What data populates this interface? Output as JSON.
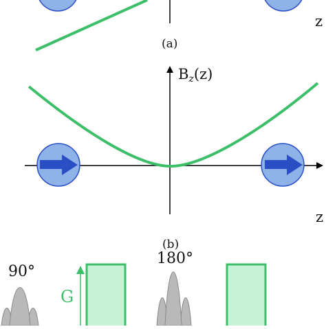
{
  "panel_a": {
    "caption": "(a)",
    "axis_right_label": "z",
    "colors": {
      "curve": "#3dbf6a",
      "spin_fill": "#8fb2e8",
      "spin_arrow": "#2a4fc4",
      "axis": "#000000"
    }
  },
  "panel_b": {
    "caption": "(b)",
    "y_axis_label": "B",
    "y_axis_sub": "z",
    "y_axis_suffix": "(z)",
    "x_axis_label": "z",
    "colors": {
      "curve": "#3dbf6a",
      "spin_fill": "#8fb2e8",
      "spin_arrow": "#2a4fc4",
      "axis": "#000000"
    }
  },
  "panel_c": {
    "pulse_90_label": "90°",
    "pulse_180_label": "180°",
    "gradient_label": "G",
    "colors": {
      "gradient_fill": "#c6f2d6",
      "gradient_stroke": "#3dbf6a",
      "pulse_fill": "#b9b9b9",
      "gradient_label": "#3dbf6a"
    }
  }
}
